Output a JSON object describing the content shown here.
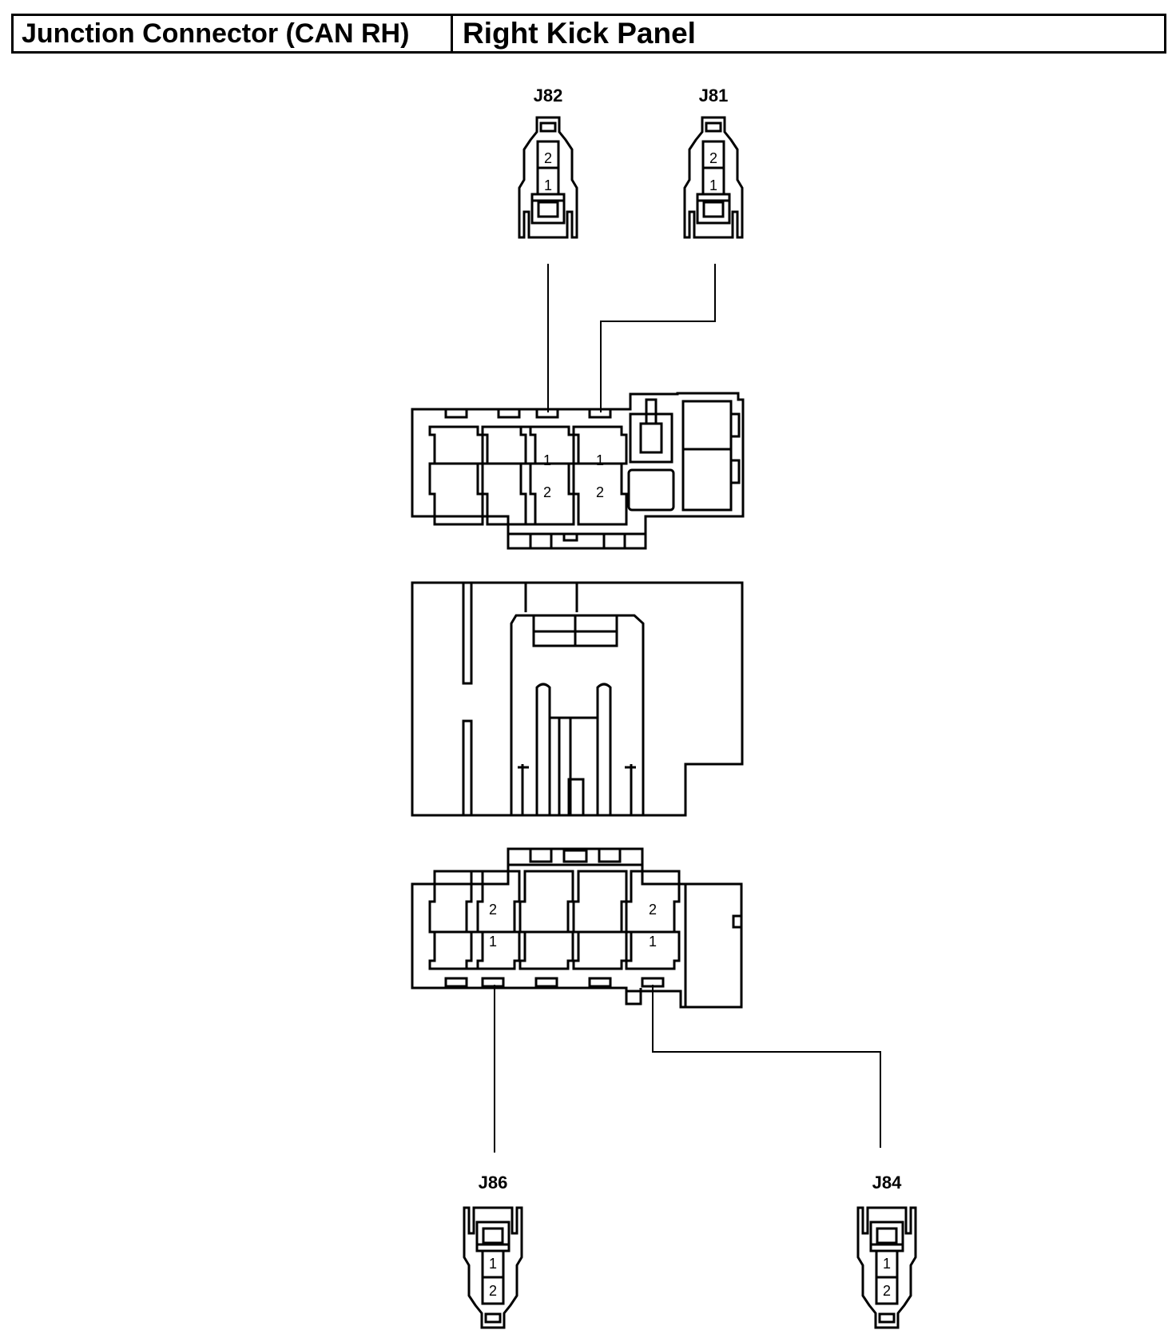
{
  "header": {
    "component": "Junction Connector (CAN RH)",
    "location": "Right Kick Panel"
  },
  "connectors": {
    "j82": {
      "label": "J82",
      "pin_top": "2",
      "pin_bottom": "1"
    },
    "j81": {
      "label": "J81",
      "pin_top": "2",
      "pin_bottom": "1"
    },
    "j86": {
      "label": "J86",
      "pin_top": "1",
      "pin_bottom": "2"
    },
    "j84": {
      "label": "J84",
      "pin_top": "1",
      "pin_bottom": "2"
    }
  },
  "upper_block": {
    "cav3_top": "1",
    "cav3_bottom": "2",
    "cav4_top": "1",
    "cav4_bottom": "2"
  },
  "lower_block": {
    "cav2_top": "2",
    "cav2_bottom": "1",
    "cav5_top": "2",
    "cav5_bottom": "1"
  }
}
